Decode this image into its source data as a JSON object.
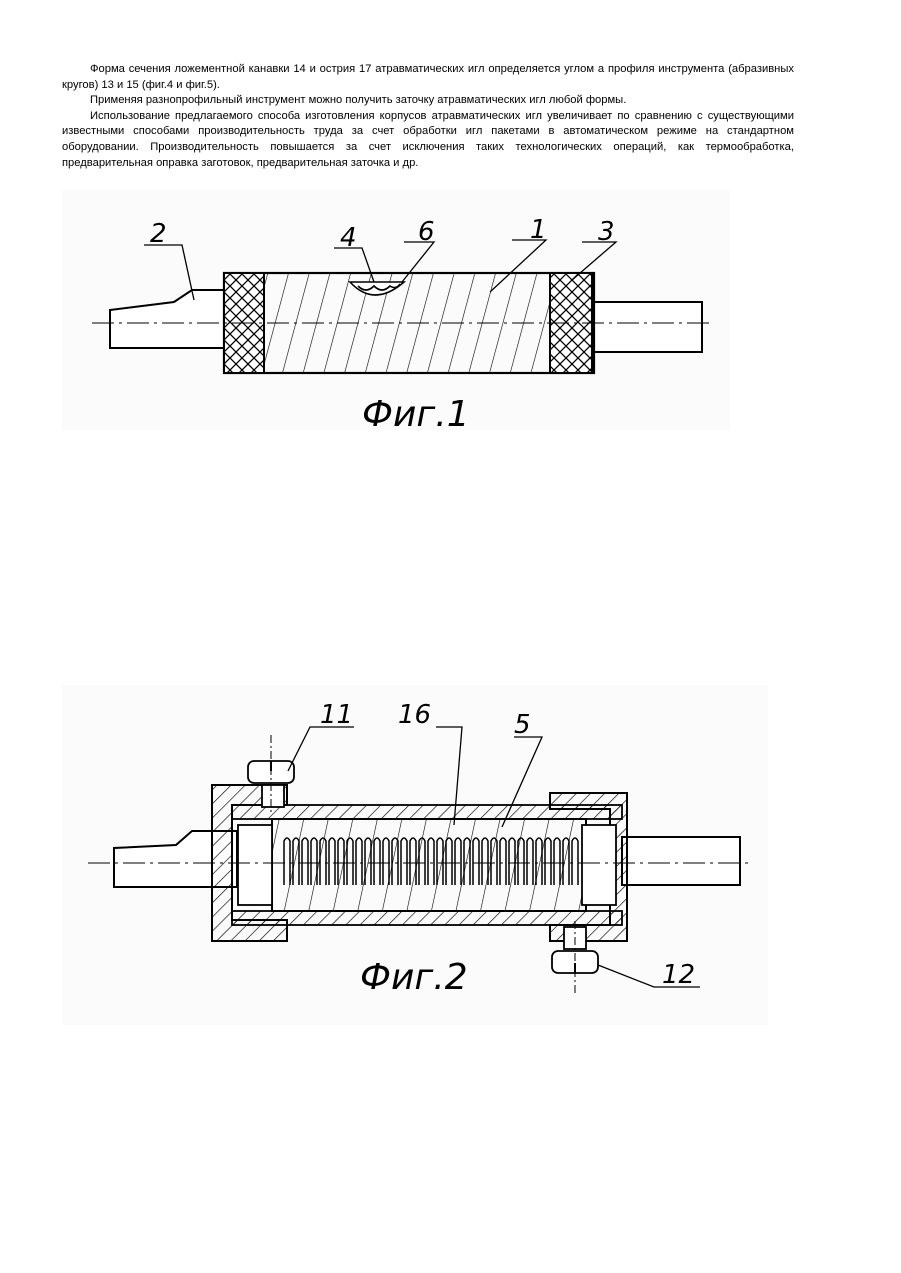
{
  "text": {
    "paragraphs": [
      "Форма сечения ложементной канавки 14 и острия 17 атравматических игл определяется углом a профиля инструмента (абразивных кругов) 13 и 15 (фиг.4 и фиг.5).",
      "Применяя разнопрофильный инструмент можно получить заточку атравматических игл любой формы.",
      "Использование предлагаемого способа изготовления корпусов атравматических игл увеличивает по сравнению с существующими известными способами производительность труда за счет обработки игл пакетами в автоматическом режиме на стандартном оборудовании. Производительность повышается за счет исключения таких технологических операций, как термообработка, предварительная оправка заготовок, предварительная заточка и др."
    ]
  },
  "figure1": {
    "caption": "Фиг.1",
    "labels": {
      "l2": "2",
      "l4": "4",
      "l6": "6",
      "l1": "1",
      "l3": "3"
    }
  },
  "figure2": {
    "caption": "Фиг.2",
    "labels": {
      "l11": "11",
      "l16": "16",
      "l5": "5",
      "l12": "12"
    }
  }
}
